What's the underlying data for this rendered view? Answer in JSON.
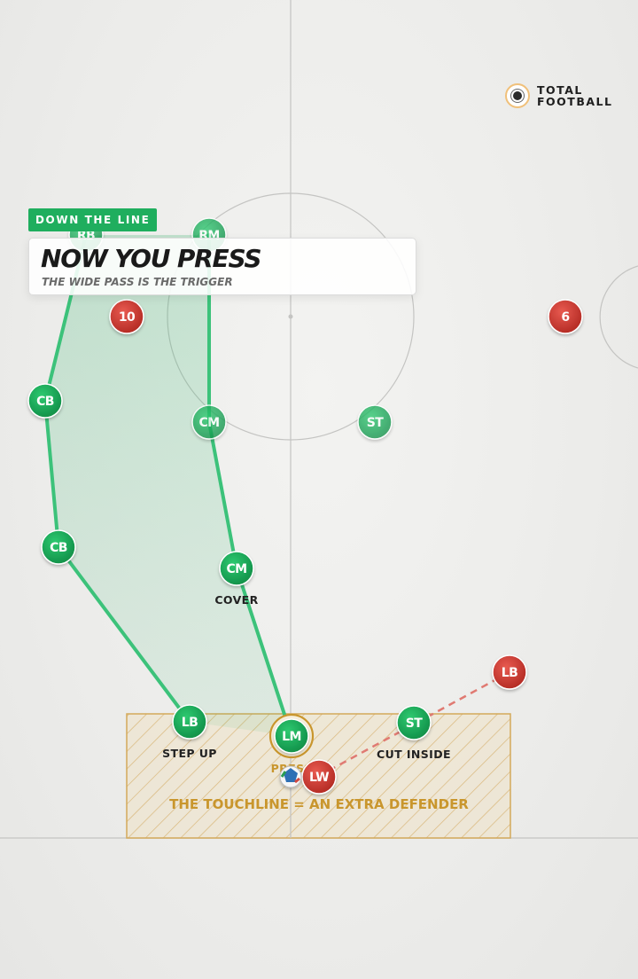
{
  "brand": {
    "logo_icon": "soccer-ball-logo-icon",
    "text": "TOTAL\nFOOTBALL"
  },
  "tag": "DOWN THE LINE",
  "headline": "NOW YOU PRESS",
  "subline": "THE WIDE PASS IS THE TRIGGER",
  "zone_label": "THE TOUCHLINE = AN EXTRA DEFENDER",
  "colors": {
    "team_green": "#1fae5e",
    "opponent_red": "#d8463e",
    "zone_gold": "#c9962d",
    "pass_dash": "#e07a72"
  },
  "players": [
    {
      "id": "rb",
      "label": "RB",
      "team": "green",
      "faded": true
    },
    {
      "id": "rm",
      "label": "RM",
      "team": "green",
      "faded": true
    },
    {
      "id": "cb1",
      "label": "CB",
      "team": "green"
    },
    {
      "id": "cm1",
      "label": "CM",
      "team": "green",
      "faded": true
    },
    {
      "id": "st-top",
      "label": "ST",
      "team": "green",
      "faded": true
    },
    {
      "id": "cb2",
      "label": "CB",
      "team": "green"
    },
    {
      "id": "cm2",
      "label": "CM",
      "team": "green",
      "note": "COVER"
    },
    {
      "id": "lb",
      "label": "LB",
      "team": "green",
      "note": "STEP UP"
    },
    {
      "id": "lm",
      "label": "LM",
      "team": "green",
      "note": "PRESS",
      "highlight": true
    },
    {
      "id": "st",
      "label": "ST",
      "team": "green",
      "note": "CUT INSIDE"
    },
    {
      "id": "opp10",
      "label": "10",
      "team": "red"
    },
    {
      "id": "opp6",
      "label": "6",
      "team": "red"
    },
    {
      "id": "opp-lb",
      "label": "LB",
      "team": "red"
    },
    {
      "id": "opp-lw",
      "label": "LW",
      "team": "red"
    }
  ]
}
